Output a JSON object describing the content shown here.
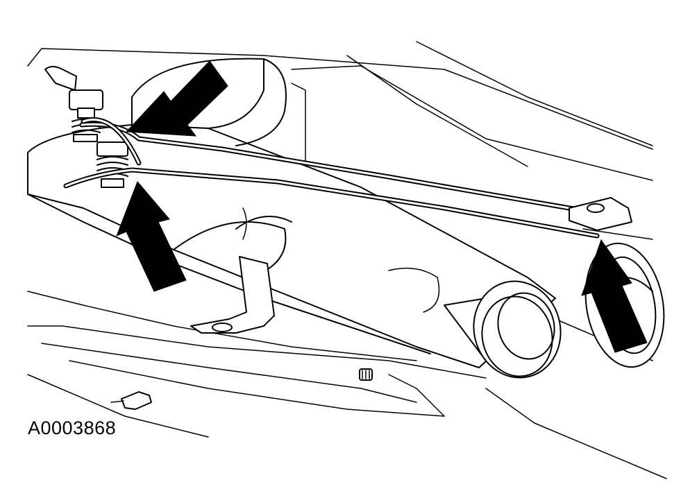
{
  "figure": {
    "id_label": "A0003868"
  },
  "callouts": [
    {
      "name": "arrow-upper-left"
    },
    {
      "name": "arrow-lower-left"
    },
    {
      "name": "arrow-right"
    }
  ]
}
